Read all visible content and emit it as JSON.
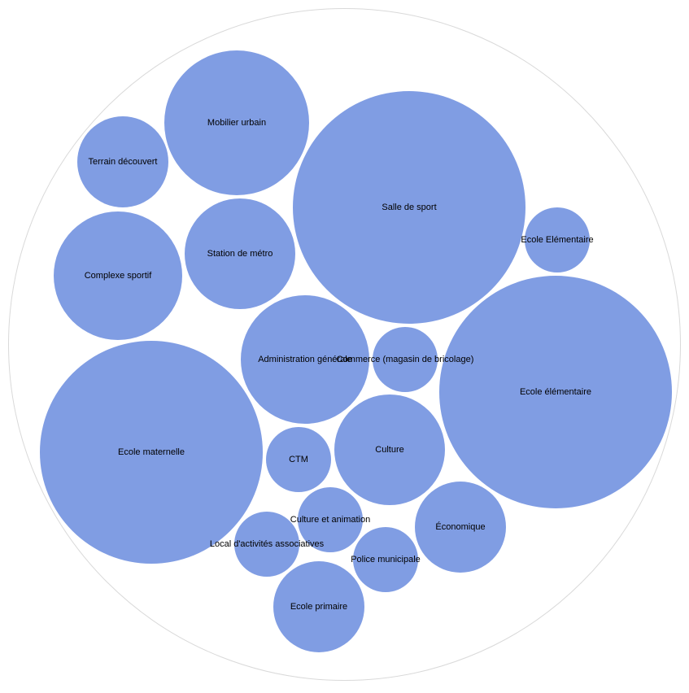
{
  "chart_data": {
    "type": "bubble",
    "title": "",
    "colors": {
      "bubble": "#809de3",
      "outer_ring": "#d9d9d9",
      "label": "#000000"
    },
    "nodes": [
      {
        "label": "Mobilier urbain"
      },
      {
        "label": "Terrain découvert"
      },
      {
        "label": "Salle de sport"
      },
      {
        "label": "Station de métro"
      },
      {
        "label": "Complexe sportif"
      },
      {
        "label": "Ecole Elémentaire"
      },
      {
        "label": "Ecole élémentaire"
      },
      {
        "label": "Administration générale"
      },
      {
        "label": "Commerce (magasin de bricolage)"
      },
      {
        "label": "Ecole maternelle"
      },
      {
        "label": "CTM"
      },
      {
        "label": "Culture"
      },
      {
        "label": "Culture et animation"
      },
      {
        "label": "Économique"
      },
      {
        "label": "Local d'activités associatives"
      },
      {
        "label": "Police municipale"
      },
      {
        "label": "Ecole primaire"
      }
    ]
  }
}
